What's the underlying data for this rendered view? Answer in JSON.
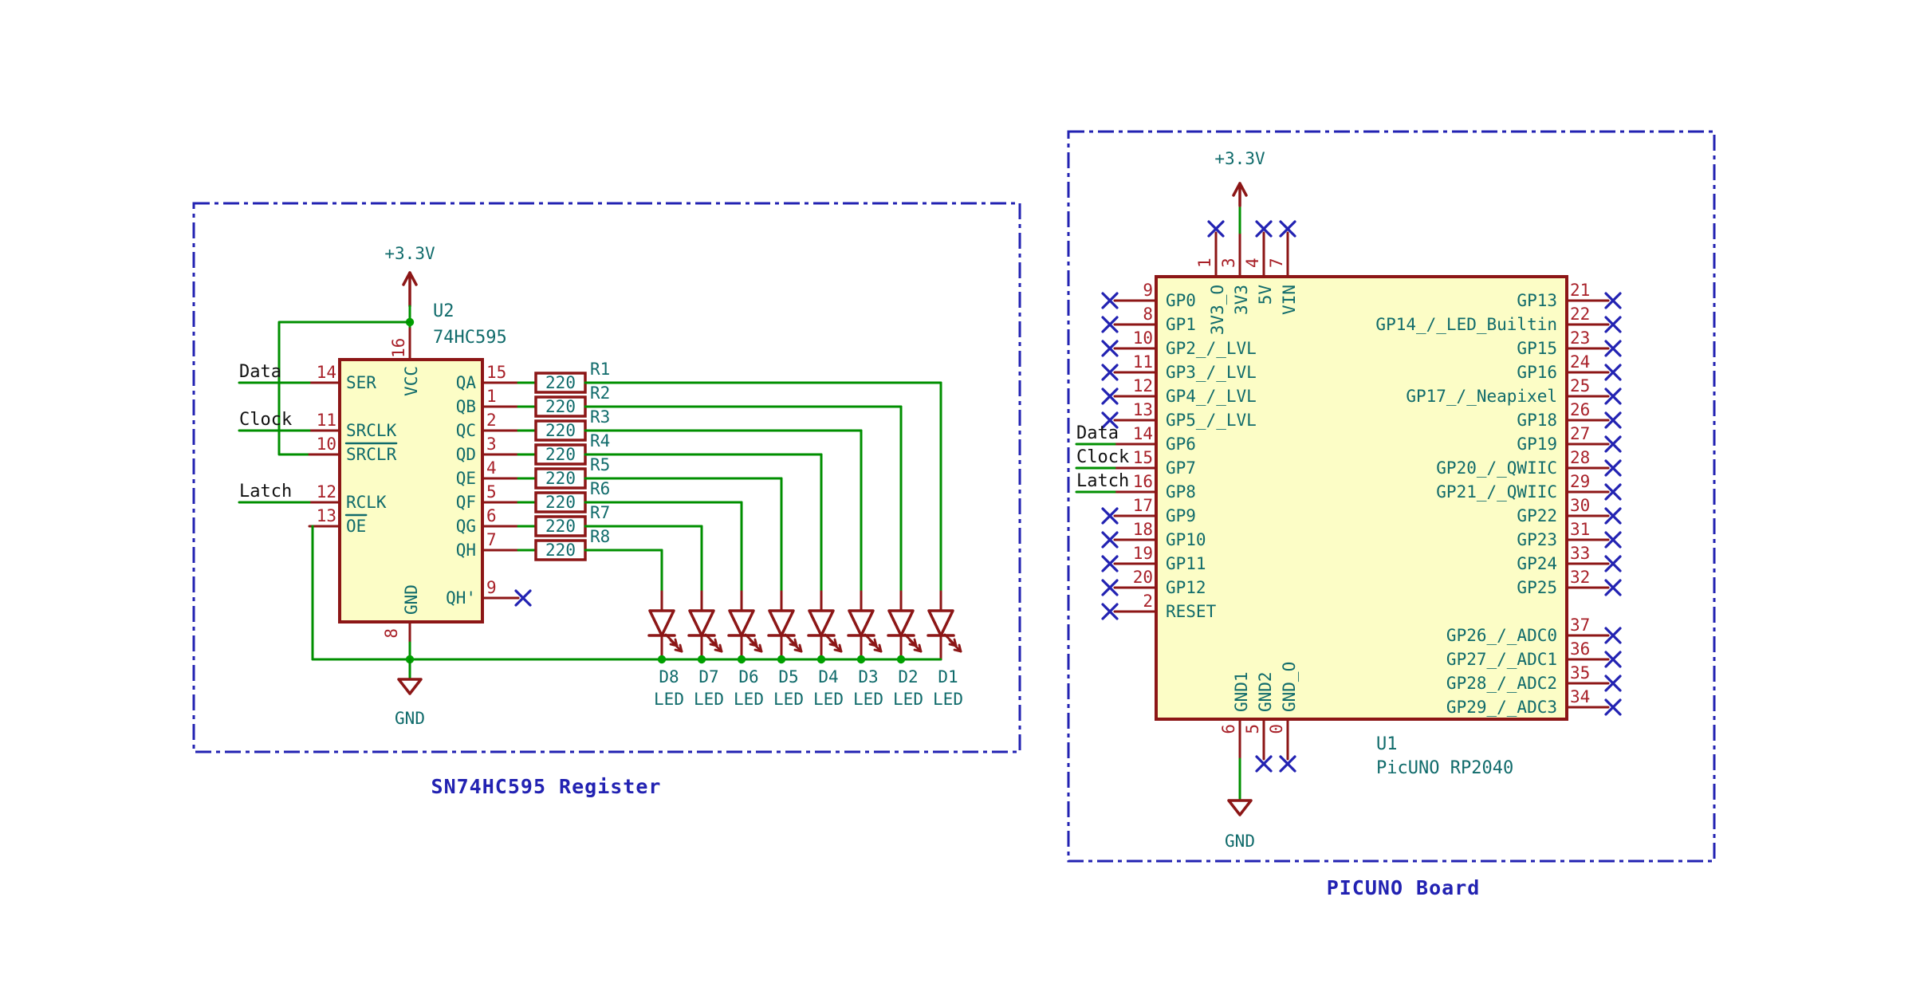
{
  "colors": {
    "wire": "#008F00",
    "junction": "#00A000",
    "outline": "#8C1616",
    "pin_number": "#A82028",
    "pin_name": "#106B6B",
    "blue": "#2222B2",
    "black": "#111111",
    "body_fill": "#FCFDC6",
    "resistor_fill": "#FFFFFF",
    "background": "#FFFFFF"
  },
  "left_panel": {
    "title": "SN74HC595 Register",
    "power_net": "+3.3V",
    "gnd_net": "GND",
    "u2": {
      "ref": "U2",
      "value": "74HC595"
    },
    "vcc_pin": {
      "num": "16",
      "name": "VCC"
    },
    "gnd_pin": {
      "num": "8",
      "name": "GND"
    },
    "left_pins": [
      {
        "num": "14",
        "name": "SER",
        "label": "Data",
        "overline": false
      },
      {
        "num": "11",
        "name": "SRCLK",
        "label": "Clock",
        "overline": false
      },
      {
        "num": "10",
        "name": "SRCLR",
        "label": null,
        "overline": true,
        "tied_to": "+3.3V"
      },
      {
        "num": "12",
        "name": "RCLK",
        "label": "Latch",
        "overline": false
      },
      {
        "num": "13",
        "name": "OE",
        "label": null,
        "overline": true,
        "tied_to": "GND"
      }
    ],
    "outputs": [
      {
        "num": "15",
        "name": "QA",
        "res_ref": "R1",
        "res_value": "220",
        "led_ref": "D1",
        "led_value": "LED"
      },
      {
        "num": "1",
        "name": "QB",
        "res_ref": "R2",
        "res_value": "220",
        "led_ref": "D2",
        "led_value": "LED"
      },
      {
        "num": "2",
        "name": "QC",
        "res_ref": "R3",
        "res_value": "220",
        "led_ref": "D3",
        "led_value": "LED"
      },
      {
        "num": "3",
        "name": "QD",
        "res_ref": "R4",
        "res_value": "220",
        "led_ref": "D4",
        "led_value": "LED"
      },
      {
        "num": "4",
        "name": "QE",
        "res_ref": "R5",
        "res_value": "220",
        "led_ref": "D5",
        "led_value": "LED"
      },
      {
        "num": "5",
        "name": "QF",
        "res_ref": "R6",
        "res_value": "220",
        "led_ref": "D6",
        "led_value": "LED"
      },
      {
        "num": "6",
        "name": "QG",
        "res_ref": "R7",
        "res_value": "220",
        "led_ref": "D7",
        "led_value": "LED"
      },
      {
        "num": "7",
        "name": "QH",
        "res_ref": "R8",
        "res_value": "220",
        "led_ref": "D8",
        "led_value": "LED"
      }
    ],
    "qh_prime": {
      "num": "9",
      "name": "QH'",
      "no_connect": true
    }
  },
  "right_panel": {
    "title": "PICUNO Board",
    "power_net": "+3.3V",
    "gnd_net": "GND",
    "u1": {
      "ref": "U1",
      "value": "PicUNO RP2040"
    },
    "top_pins": [
      {
        "num": "1",
        "name": "3V3_O",
        "no_connect": true
      },
      {
        "num": "3",
        "name": "3V3",
        "power": true
      },
      {
        "num": "4",
        "name": "5V",
        "no_connect": true
      },
      {
        "num": "7",
        "name": "VIN",
        "no_connect": true
      }
    ],
    "left_pins": [
      {
        "num": "9",
        "name": "GP0",
        "no_connect": true
      },
      {
        "num": "8",
        "name": "GP1",
        "no_connect": true
      },
      {
        "num": "10",
        "name": "GP2_/_LVL",
        "no_connect": true
      },
      {
        "num": "11",
        "name": "GP3_/_LVL",
        "no_connect": true
      },
      {
        "num": "12",
        "name": "GP4_/_LVL",
        "no_connect": true
      },
      {
        "num": "13",
        "name": "GP5_/_LVL",
        "no_connect": true
      },
      {
        "num": "14",
        "name": "GP6",
        "label": "Data"
      },
      {
        "num": "15",
        "name": "GP7",
        "label": "Clock"
      },
      {
        "num": "16",
        "name": "GP8",
        "label": "Latch"
      },
      {
        "num": "17",
        "name": "GP9",
        "no_connect": true
      },
      {
        "num": "18",
        "name": "GP10",
        "no_connect": true
      },
      {
        "num": "19",
        "name": "GP11",
        "no_connect": true
      },
      {
        "num": "20",
        "name": "GP12",
        "no_connect": true
      },
      {
        "num": "2",
        "name": "RESET",
        "no_connect": true
      }
    ],
    "right_pins": [
      {
        "num": "21",
        "name": "GP13",
        "no_connect": true
      },
      {
        "num": "22",
        "name": "GP14_/_LED_Builtin",
        "no_connect": true
      },
      {
        "num": "23",
        "name": "GP15",
        "no_connect": true
      },
      {
        "num": "24",
        "name": "GP16",
        "no_connect": true
      },
      {
        "num": "25",
        "name": "GP17_/_Neapixel",
        "no_connect": true
      },
      {
        "num": "26",
        "name": "GP18",
        "no_connect": true
      },
      {
        "num": "27",
        "name": "GP19",
        "no_connect": true
      },
      {
        "num": "28",
        "name": "GP20_/_QWIIC",
        "no_connect": true
      },
      {
        "num": "29",
        "name": "GP21_/_QWIIC",
        "no_connect": true
      },
      {
        "num": "30",
        "name": "GP22",
        "no_connect": true
      },
      {
        "num": "31",
        "name": "GP23",
        "no_connect": true
      },
      {
        "num": "33",
        "name": "GP24",
        "no_connect": true
      },
      {
        "num": "32",
        "name": "GP25",
        "no_connect": true
      },
      {
        "num": "37",
        "name": "GP26_/_ADC0",
        "no_connect": true
      },
      {
        "num": "36",
        "name": "GP27_/_ADC1",
        "no_connect": true
      },
      {
        "num": "35",
        "name": "GP28_/_ADC2",
        "no_connect": true
      },
      {
        "num": "34",
        "name": "GP29_/_ADC3",
        "no_connect": true
      }
    ],
    "bottom_pins": [
      {
        "num": "6",
        "name": "GND1",
        "gnd": true
      },
      {
        "num": "5",
        "name": "GND2",
        "no_connect": true
      },
      {
        "num": "0",
        "name": "GND_O",
        "no_connect": true
      }
    ]
  }
}
